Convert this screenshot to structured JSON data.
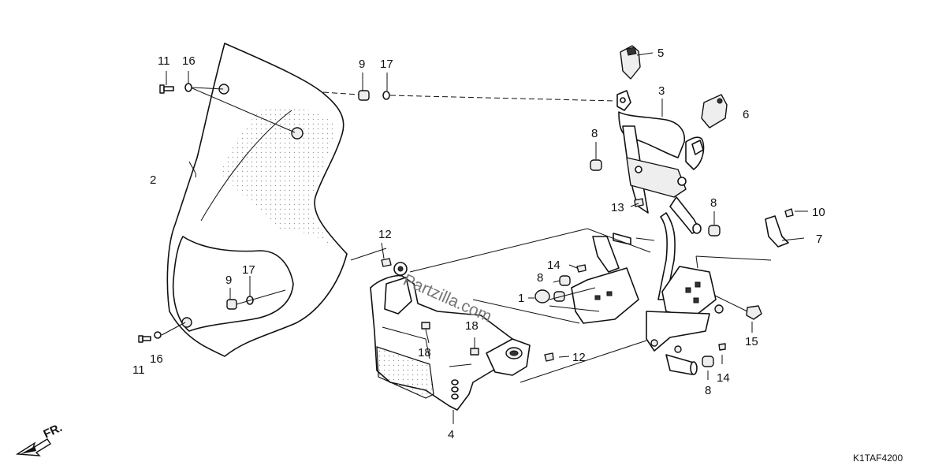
{
  "diagram": {
    "watermark": "Partzilla.com",
    "front_indicator": "FR.",
    "diagram_code": "K1TAF4200",
    "callouts": [
      {
        "id": "c11a",
        "text": "11"
      },
      {
        "id": "c16a",
        "text": "16"
      },
      {
        "id": "c9a",
        "text": "9"
      },
      {
        "id": "c17a",
        "text": "17"
      },
      {
        "id": "c5",
        "text": "5"
      },
      {
        "id": "c3",
        "text": "3"
      },
      {
        "id": "c6",
        "text": "6"
      },
      {
        "id": "c2",
        "text": "2"
      },
      {
        "id": "c8a",
        "text": "8"
      },
      {
        "id": "c13",
        "text": "13"
      },
      {
        "id": "c8b",
        "text": "8"
      },
      {
        "id": "c10",
        "text": "10"
      },
      {
        "id": "c7",
        "text": "7"
      },
      {
        "id": "c12a",
        "text": "12"
      },
      {
        "id": "c14a",
        "text": "14"
      },
      {
        "id": "c8c",
        "text": "8"
      },
      {
        "id": "c9b",
        "text": "9"
      },
      {
        "id": "c17b",
        "text": "17"
      },
      {
        "id": "c1",
        "text": "1"
      },
      {
        "id": "c18a",
        "text": "18"
      },
      {
        "id": "c18b",
        "text": "18"
      },
      {
        "id": "c12b",
        "text": "12"
      },
      {
        "id": "c15",
        "text": "15"
      },
      {
        "id": "c11b",
        "text": "11"
      },
      {
        "id": "c16b",
        "text": "16"
      },
      {
        "id": "c14b",
        "text": "14"
      },
      {
        "id": "c8d",
        "text": "8"
      },
      {
        "id": "c4",
        "text": "4"
      }
    ]
  }
}
